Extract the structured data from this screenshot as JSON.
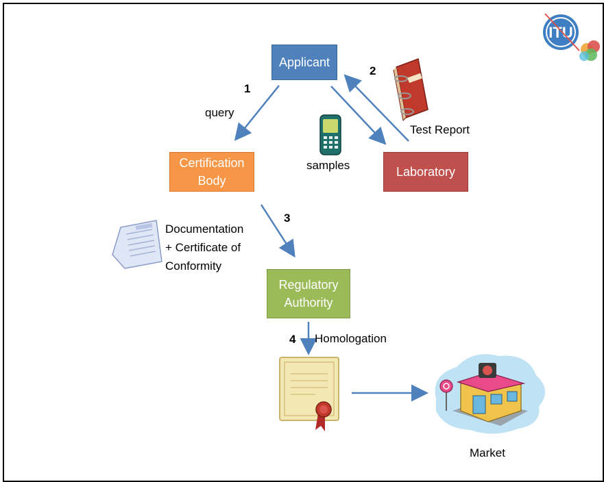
{
  "nodes": {
    "applicant": "Applicant",
    "certification_body": "Certification\nBody",
    "laboratory": "Laboratory",
    "regulatory_authority": "Regulatory\nAuthority",
    "market": "Market"
  },
  "labels": {
    "query": "query",
    "samples": "samples",
    "test_report": "Test Report",
    "documentation": "Documentation\n+ Certificate of\nConformity",
    "homologation": "Homologation",
    "logo_text": "ITU"
  },
  "steps": [
    "1",
    "2",
    "3",
    "4"
  ],
  "colors": {
    "applicant": "#4f81bd",
    "certification_body": "#f79646",
    "laboratory": "#c0504d",
    "regulatory_authority": "#9bbb59",
    "arrow": "#4f81bd"
  }
}
